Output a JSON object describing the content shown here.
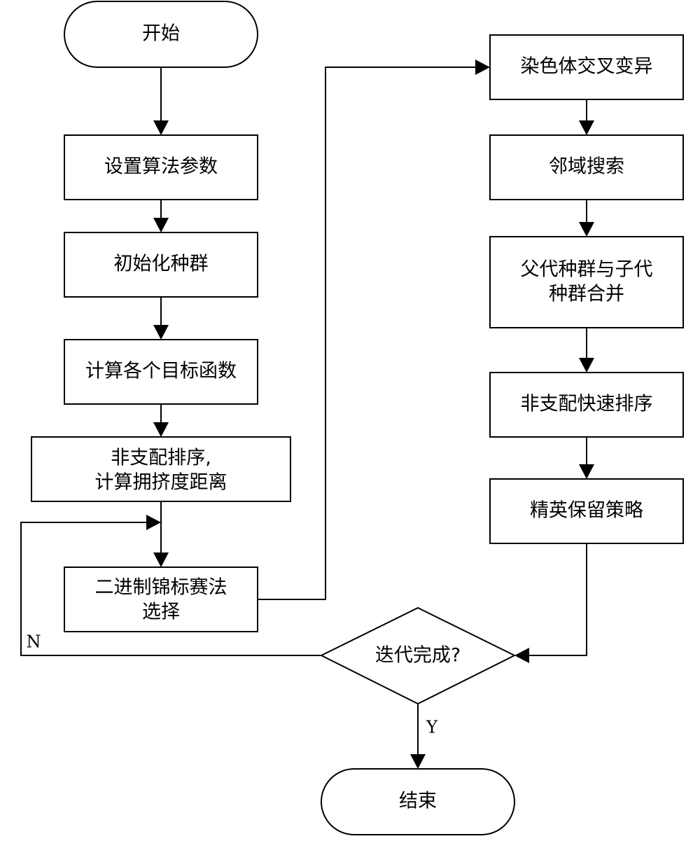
{
  "nodes": {
    "start": {
      "lines": [
        "开始"
      ]
    },
    "set_params": {
      "lines": [
        "设置算法参数"
      ]
    },
    "init_population": {
      "lines": [
        "初始化种群"
      ]
    },
    "calc_objectives": {
      "lines": [
        "计算各个目标函数"
      ]
    },
    "nondominated_sort": {
      "lines": [
        "非支配排序,",
        "计算拥挤度距离"
      ]
    },
    "tournament_select": {
      "lines": [
        "二进制锦标赛法",
        "选择"
      ]
    },
    "crossover_mutation": {
      "lines": [
        "染色体交叉变异"
      ]
    },
    "neighborhood_search": {
      "lines": [
        "邻域搜索"
      ]
    },
    "merge_population": {
      "lines": [
        "父代种群与子代",
        "种群合并"
      ]
    },
    "fast_nondominated_sort": {
      "lines": [
        "非支配快速排序"
      ]
    },
    "elitism": {
      "lines": [
        "精英保留策略"
      ]
    },
    "iteration_done": {
      "lines": [
        "迭代完成?"
      ]
    },
    "end": {
      "lines": [
        "结束"
      ]
    }
  },
  "edge_labels": {
    "no": "N",
    "yes": "Y"
  },
  "colors": {
    "stroke": "#000000",
    "fill": "#ffffff",
    "text": "#000000"
  }
}
